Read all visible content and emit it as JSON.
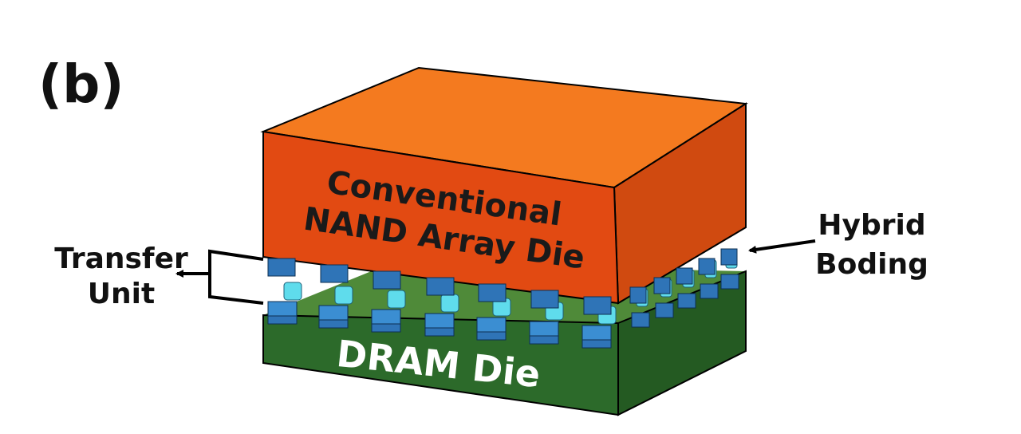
{
  "panel_label": "(b)",
  "nand_die": {
    "label_line1": "Conventional",
    "label_line2": "NAND Array Die",
    "color_front": "#e24a12",
    "color_top": "#f47a1f",
    "color_side": "#d04a10"
  },
  "dram_die": {
    "label": "DRAM Die",
    "color_front": "#2c6a2a",
    "color_top": "#4f8a39",
    "color_side": "#245a22"
  },
  "transfer_unit": {
    "label_line1": "Transfer",
    "label_line2": "Unit"
  },
  "hybrid_bonding": {
    "label_line1": "Hybrid",
    "label_line2": "Boding"
  },
  "pad_colors": {
    "pad_front": "#2f74b7",
    "pad_top": "#3b8ed2",
    "via": "#5fdcec"
  }
}
